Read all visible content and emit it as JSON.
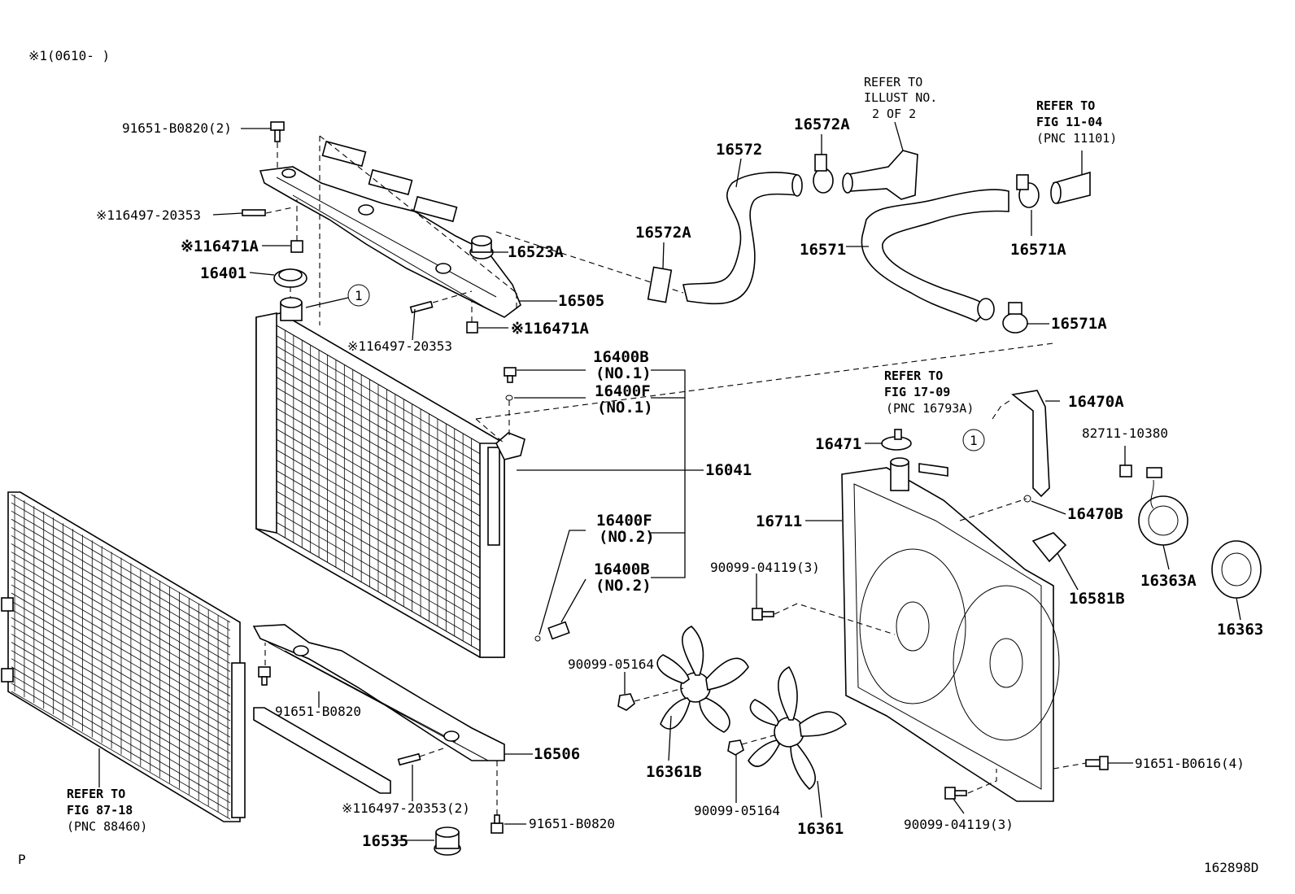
{
  "header_note": "※1(0610-      )",
  "footer_left": "P",
  "figure_id": "162898D",
  "references": {
    "illust": [
      "REFER TO",
      "ILLUST NO.",
      "2 OF 2"
    ],
    "fig_11_04": [
      "REFER TO",
      "FIG 11-04",
      "(PNC 11101)"
    ],
    "fig_17_09": [
      "REFER TO",
      "FIG 17-09",
      "(PNC 16793A)"
    ],
    "fig_87_18": [
      "REFER TO",
      "FIG 87-18",
      "(PNC 88460)"
    ]
  },
  "callout_symbol": "1",
  "parts": {
    "p91651_B0820_2": "91651-B0820(2)",
    "p16497_20353_top": "※116497-20353",
    "p16471A_top": "※116471A",
    "p16401": "16401",
    "p16523A": "16523A",
    "p16505": "16505",
    "p16471A_mid": "※116471A",
    "p16497_20353_mid": "※116497-20353",
    "p16572A_left": "16572A",
    "p16572": "16572",
    "p16572A_top": "16572A",
    "p16571": "16571",
    "p16571A_top": "16571A",
    "p16571A_right": "16571A",
    "p16400B_1": "16400B",
    "no1_a": "(NO.1)",
    "p16400F_1": "16400F",
    "no1_b": "(NO.1)",
    "p16041": "16041",
    "p16400F_2": "16400F",
    "no2_a": "(NO.2)",
    "p16400B_2": "16400B",
    "no2_b": "(NO.2)",
    "p16471": "16471",
    "p16470A": "16470A",
    "p82711_10380": "82711-10380",
    "p16470B": "16470B",
    "p16711": "16711",
    "p90099_04119_3_top": "90099-04119(3)",
    "p16581B": "16581B",
    "p16363A": "16363A",
    "p16363": "16363",
    "p90099_05164_left": "90099-05164",
    "p16361B": "16361B",
    "p90099_05164_bottom": "90099-05164",
    "p16361": "16361",
    "p91651_B0616_4": "91651-B0616(4)",
    "p90099_04119_3_bottom": "90099-04119(3)",
    "p91651_B0820_mid": "91651-B0820",
    "p16506": "16506",
    "p16497_20353_2": "※116497-20353(2)",
    "p91651_B0820_bottom": "91651-B0820",
    "p16535": "16535"
  }
}
